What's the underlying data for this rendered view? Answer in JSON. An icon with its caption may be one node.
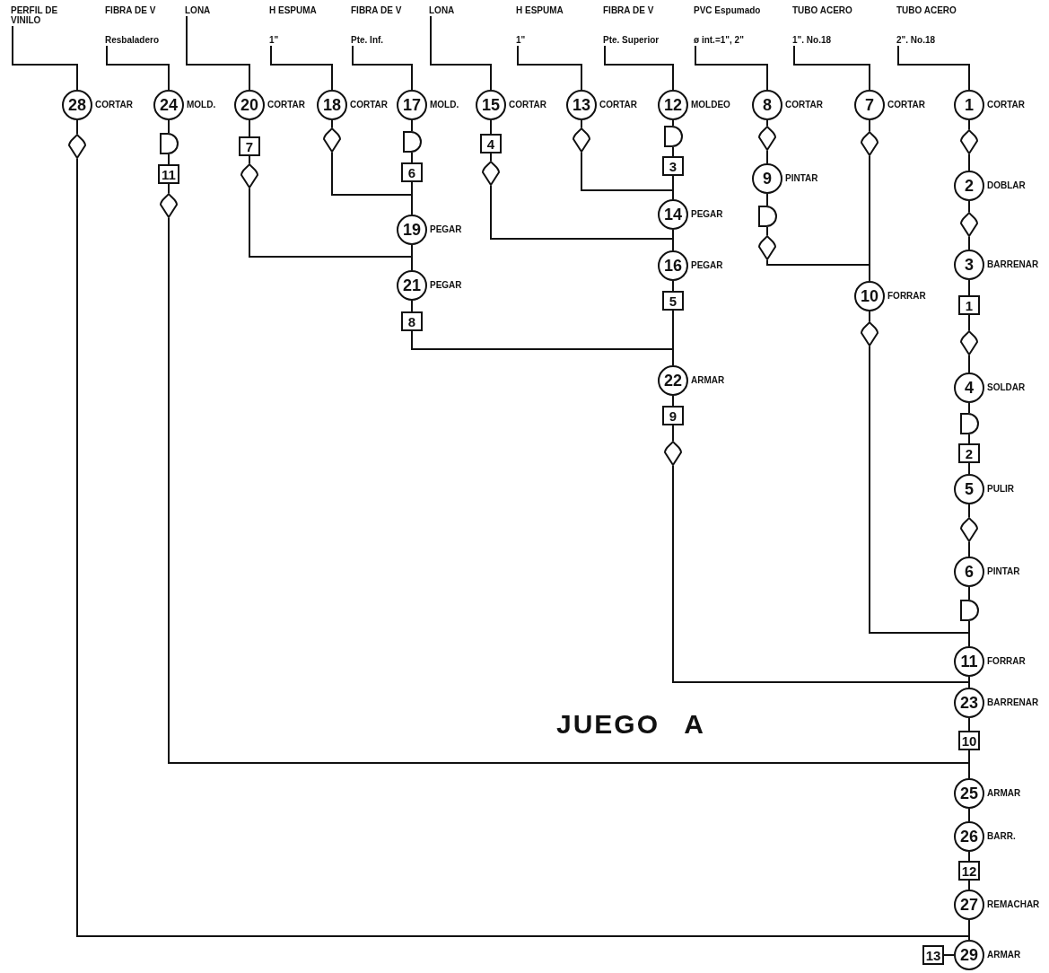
{
  "diagram": {
    "title": "JUEGO A",
    "nodes": [
      {
        "text": [
          "PERFIL DE VINILO"
        ]
      },
      {
        "text": [
          "FIBRA DE V",
          "Resbaladero"
        ]
      },
      {
        "text": [
          "LONA"
        ]
      },
      {
        "text": [
          "H ESPUMA",
          "1\""
        ]
      },
      {
        "text": [
          "FIBRA DE V",
          "Pte. Inf."
        ]
      },
      {
        "text": [
          "LONA"
        ]
      },
      {
        "text": [
          "H ESPUMA",
          "1\""
        ]
      },
      {
        "text": [
          "FIBRA DE V",
          "Pte. Superior"
        ]
      },
      {
        "text": [
          "PVC Espumado",
          "ø int.=1\", 2\""
        ]
      },
      {
        "text": [
          "TUBO ACERO",
          "1\". No.18"
        ]
      },
      {
        "text": [
          "TUBO ACERO",
          "2\". No.18"
        ]
      },
      {
        "text": [
          "28"
        ],
        "beside": [
          "CORTAR"
        ]
      },
      {
        "text": [],
        "shape": "teardrop"
      },
      {
        "text": [
          "24"
        ],
        "beside": [
          "MOLD."
        ]
      },
      {
        "text": [],
        "shape": "semicircle"
      },
      {
        "text": [
          "11"
        ]
      },
      {
        "text": [],
        "shape": "teardrop"
      },
      {
        "text": [
          "20"
        ],
        "beside": [
          "CORTAR"
        ]
      },
      {
        "text": [
          "7"
        ]
      },
      {
        "text": [],
        "shape": "teardrop"
      },
      {
        "text": [
          "18"
        ],
        "beside": [
          "CORTAR"
        ]
      },
      {
        "text": [],
        "shape": "teardrop"
      },
      {
        "text": [
          "17"
        ],
        "beside": [
          "MOLD."
        ]
      },
      {
        "text": [],
        "shape": "semicircle"
      },
      {
        "text": [
          "6"
        ]
      },
      {
        "text": [
          "19"
        ],
        "beside": [
          "PEGAR"
        ]
      },
      {
        "text": [
          "21"
        ],
        "beside": [
          "PEGAR"
        ]
      },
      {
        "text": [
          "8"
        ]
      },
      {
        "text": [
          "15"
        ],
        "beside": [
          "CORTAR"
        ]
      },
      {
        "text": [
          "4"
        ]
      },
      {
        "text": [],
        "shape": "teardrop"
      },
      {
        "text": [
          "13"
        ],
        "beside": [
          "CORTAR"
        ]
      },
      {
        "text": [],
        "shape": "teardrop"
      },
      {
        "text": [
          "12"
        ],
        "beside": [
          "MOLDEO"
        ]
      },
      {
        "text": [],
        "shape": "semicircle"
      },
      {
        "text": [
          "3"
        ]
      },
      {
        "text": [
          "14"
        ],
        "beside": [
          "PEGAR"
        ]
      },
      {
        "text": [
          "16"
        ],
        "beside": [
          "PEGAR"
        ]
      },
      {
        "text": [
          "5"
        ]
      },
      {
        "text": [
          "22"
        ],
        "beside": [
          "ARMAR"
        ]
      },
      {
        "text": [
          "9"
        ]
      },
      {
        "text": [],
        "shape": "teardrop"
      },
      {
        "text": [
          "8"
        ],
        "beside": [
          "CORTAR"
        ]
      },
      {
        "text": [],
        "shape": "teardrop"
      },
      {
        "text": [
          "9"
        ],
        "beside": [
          "PINTAR"
        ]
      },
      {
        "text": [],
        "shape": "semicircle"
      },
      {
        "text": [],
        "shape": "teardrop"
      },
      {
        "text": [
          "7"
        ],
        "beside": [
          "CORTAR"
        ]
      },
      {
        "text": [],
        "shape": "teardrop"
      },
      {
        "text": [
          "10"
        ],
        "beside": [
          "FORRAR"
        ]
      },
      {
        "text": [],
        "shape": "teardrop"
      },
      {
        "text": [
          "1"
        ],
        "beside": [
          "CORTAR"
        ]
      },
      {
        "text": [],
        "shape": "teardrop"
      },
      {
        "text": [
          "2"
        ],
        "beside": [
          "DOBLAR"
        ]
      },
      {
        "text": [],
        "shape": "teardrop"
      },
      {
        "text": [
          "3"
        ],
        "beside": [
          "BARRENAR"
        ]
      },
      {
        "text": [
          "1"
        ]
      },
      {
        "text": [],
        "shape": "teardrop"
      },
      {
        "text": [
          "4"
        ],
        "beside": [
          "SOLDAR"
        ]
      },
      {
        "text": [],
        "shape": "semicircle"
      },
      {
        "text": [
          "2"
        ]
      },
      {
        "text": [
          "5"
        ],
        "beside": [
          "PULIR"
        ]
      },
      {
        "text": [],
        "shape": "teardrop"
      },
      {
        "text": [
          "6"
        ],
        "beside": [
          "PINTAR"
        ]
      },
      {
        "text": [],
        "shape": "semicircle"
      },
      {
        "text": [
          "11"
        ],
        "beside": [
          "FORRAR"
        ]
      },
      {
        "text": [
          "23"
        ],
        "beside": [
          "BARRENAR"
        ]
      },
      {
        "text": [
          "10"
        ]
      },
      {
        "text": [
          "25"
        ],
        "beside": [
          "ARMAR"
        ]
      },
      {
        "text": [
          "26"
        ],
        "beside": [
          "BARR."
        ]
      },
      {
        "text": [
          "12"
        ]
      },
      {
        "text": [
          "27"
        ],
        "beside": [
          "REMACHAR"
        ]
      },
      {
        "text": [
          "13"
        ]
      },
      {
        "text": [
          "29"
        ],
        "beside": [
          "ARMAR"
        ]
      }
    ],
    "edges": [
      {
        "from": 0,
        "to": 11,
        "arrow": "none"
      },
      {
        "from": 1,
        "to": 13,
        "arrow": "none"
      },
      {
        "from": 2,
        "to": 17,
        "arrow": "none"
      },
      {
        "from": 3,
        "to": 20,
        "arrow": "none"
      },
      {
        "from": 4,
        "to": 22,
        "arrow": "none"
      },
      {
        "from": 5,
        "to": 28,
        "arrow": "none"
      },
      {
        "from": 6,
        "to": 31,
        "arrow": "none"
      },
      {
        "from": 7,
        "to": 33,
        "arrow": "none"
      },
      {
        "from": 8,
        "to": 42,
        "arrow": "none"
      },
      {
        "from": 9,
        "to": 47,
        "arrow": "none"
      },
      {
        "from": 10,
        "to": 51,
        "arrow": "none"
      },
      {
        "from": 11,
        "to": 12,
        "arrow": "none"
      },
      {
        "from": 13,
        "to": 14,
        "arrow": "none"
      },
      {
        "from": 14,
        "to": 15,
        "arrow": "none"
      },
      {
        "from": 15,
        "to": 16,
        "arrow": "none"
      },
      {
        "from": 17,
        "to": 18,
        "arrow": "none"
      },
      {
        "from": 18,
        "to": 19,
        "arrow": "none"
      },
      {
        "from": 20,
        "to": 21,
        "arrow": "none"
      },
      {
        "from": 22,
        "to": 23,
        "arrow": "none"
      },
      {
        "from": 23,
        "to": 24,
        "arrow": "none"
      },
      {
        "from": 24,
        "to": 25,
        "arrow": "none"
      },
      {
        "from": 25,
        "to": 26,
        "arrow": "none"
      },
      {
        "from": 26,
        "to": 27,
        "arrow": "none"
      },
      {
        "from": 28,
        "to": 29,
        "arrow": "none"
      },
      {
        "from": 29,
        "to": 30,
        "arrow": "none"
      },
      {
        "from": 31,
        "to": 32,
        "arrow": "none"
      },
      {
        "from": 33,
        "to": 34,
        "arrow": "none"
      },
      {
        "from": 34,
        "to": 35,
        "arrow": "none"
      },
      {
        "from": 35,
        "to": 36,
        "arrow": "none"
      },
      {
        "from": 36,
        "to": 37,
        "arrow": "none"
      },
      {
        "from": 37,
        "to": 38,
        "arrow": "none"
      },
      {
        "from": 38,
        "to": 39,
        "arrow": "none"
      },
      {
        "from": 39,
        "to": 40,
        "arrow": "none"
      },
      {
        "from": 40,
        "to": 41,
        "arrow": "none"
      },
      {
        "from": 42,
        "to": 43,
        "arrow": "none"
      },
      {
        "from": 43,
        "to": 44,
        "arrow": "none"
      },
      {
        "from": 44,
        "to": 45,
        "arrow": "none"
      },
      {
        "from": 45,
        "to": 46,
        "arrow": "none"
      },
      {
        "from": 47,
        "to": 48,
        "arrow": "none"
      },
      {
        "from": 48,
        "to": 49,
        "arrow": "none"
      },
      {
        "from": 49,
        "to": 50,
        "arrow": "none"
      },
      {
        "from": 51,
        "to": 52,
        "arrow": "none"
      },
      {
        "from": 52,
        "to": 53,
        "arrow": "none"
      },
      {
        "from": 53,
        "to": 54,
        "arrow": "none"
      },
      {
        "from": 54,
        "to": 55,
        "arrow": "none"
      },
      {
        "from": 55,
        "to": 56,
        "arrow": "none"
      },
      {
        "from": 56,
        "to": 57,
        "arrow": "none"
      },
      {
        "from": 57,
        "to": 58,
        "arrow": "none"
      },
      {
        "from": 58,
        "to": 59,
        "arrow": "none"
      },
      {
        "from": 59,
        "to": 60,
        "arrow": "none"
      },
      {
        "from": 60,
        "to": 61,
        "arrow": "none"
      },
      {
        "from": 61,
        "to": 62,
        "arrow": "none"
      },
      {
        "from": 62,
        "to": 63,
        "arrow": "none"
      },
      {
        "from": 63,
        "to": 64,
        "arrow": "none"
      },
      {
        "from": 64,
        "to": 65,
        "arrow": "none"
      },
      {
        "from": 65,
        "to": 66,
        "arrow": "none"
      },
      {
        "from": 66,
        "to": 67,
        "arrow": "none"
      },
      {
        "from": 67,
        "to": 68,
        "arrow": "none"
      },
      {
        "from": 68,
        "to": 69,
        "arrow": "none"
      },
      {
        "from": 69,
        "to": 70,
        "arrow": "none"
      },
      {
        "from": 70,
        "to": 71,
        "arrow": "none"
      },
      {
        "from": 71,
        "to": 73,
        "arrow": "none"
      },
      {
        "from": 21,
        "to": 25,
        "arrow": "none"
      },
      {
        "from": 19,
        "to": 26,
        "arrow": "none"
      },
      {
        "from": 32,
        "to": 36,
        "arrow": "none"
      },
      {
        "from": 30,
        "to": 37,
        "arrow": "none"
      },
      {
        "from": 27,
        "to": 39,
        "arrow": "none"
      },
      {
        "from": 46,
        "to": 49,
        "arrow": "none"
      },
      {
        "from": 50,
        "to": 65,
        "arrow": "none"
      },
      {
        "from": 41,
        "to": 66,
        "arrow": "none"
      },
      {
        "from": 16,
        "to": 68,
        "arrow": "none"
      },
      {
        "from": 12,
        "to": 73,
        "arrow": "none"
      },
      {
        "from": 72,
        "to": 73,
        "arrow": "none"
      }
    ]
  }
}
